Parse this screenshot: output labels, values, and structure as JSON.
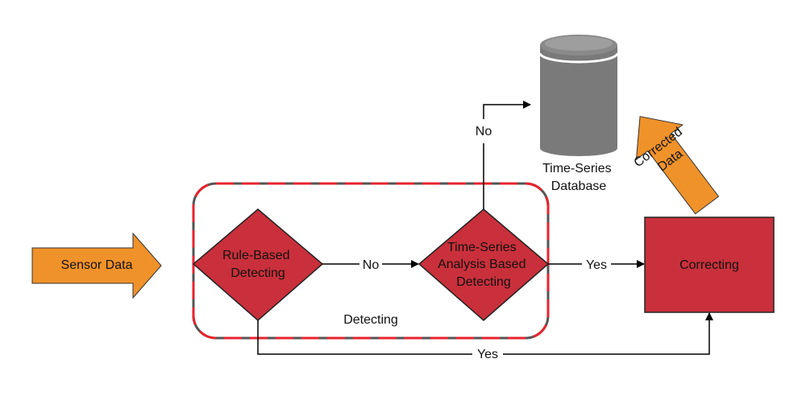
{
  "colors": {
    "process_fill": "#c9303b",
    "process_stroke": "#222222",
    "arrow_fill": "#f0922a",
    "arrow_stroke": "#333333",
    "group_dash_red": "#e8232e",
    "group_dash_gray": "#555555",
    "db_body": "#7a7a7a",
    "db_top": "#9e9e9e",
    "connector": "#000000"
  },
  "nodes": {
    "sensor_data": "Sensor Data",
    "rule_based": [
      "Rule-Based",
      "Detecting"
    ],
    "ts_analysis": [
      "Time-Series",
      "Analysis Based",
      "Detecting"
    ],
    "correcting": "Correcting",
    "database": [
      "Time-Series",
      "Database"
    ],
    "corrected_data": [
      "Corrected",
      "Data"
    ],
    "group_label": "Detecting"
  },
  "edges": {
    "rule_to_ts": "No",
    "ts_to_db": "No",
    "ts_to_correcting": "Yes",
    "rule_to_correcting": "Yes"
  }
}
